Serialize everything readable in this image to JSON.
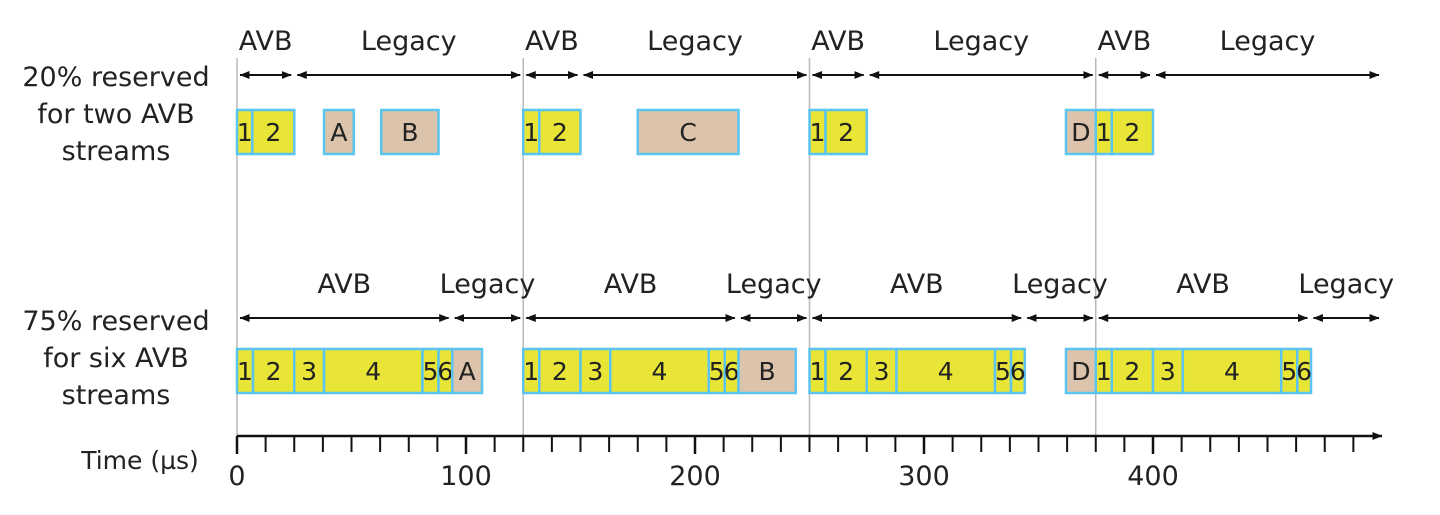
{
  "colors": {
    "avb_fill": "#e8e537",
    "legacy_fill": "#dcc3ac",
    "border": "#5bc4f0",
    "arrow": "#111111",
    "divider": "#b8b8b8",
    "text": "#222222"
  },
  "timeline": {
    "label": "Time (µs)",
    "ticks": [
      "0",
      "100",
      "200",
      "300",
      "400"
    ],
    "cycle_us": 125
  },
  "rows": [
    {
      "label_lines": [
        "20% reserved",
        "for two AVB",
        "streams"
      ],
      "avb_label": "AVB",
      "legacy_label": "Legacy",
      "avb_us": 25,
      "cycles": [
        {
          "frames": [
            {
              "label": "1",
              "start": 0,
              "end": 6.7,
              "kind": "avb"
            },
            {
              "label": "2",
              "start": 6.7,
              "end": 25,
              "kind": "avb"
            },
            {
              "label": "A",
              "start": 38,
              "end": 51,
              "kind": "legacy"
            },
            {
              "label": "B",
              "start": 63,
              "end": 88,
              "kind": "legacy"
            }
          ]
        },
        {
          "frames": [
            {
              "label": "1",
              "start": 125,
              "end": 132,
              "kind": "avb"
            },
            {
              "label": "2",
              "start": 132,
              "end": 150,
              "kind": "avb"
            },
            {
              "label": "C",
              "start": 175,
              "end": 219,
              "kind": "legacy"
            }
          ]
        },
        {
          "frames": [
            {
              "label": "1",
              "start": 250,
              "end": 257,
              "kind": "avb"
            },
            {
              "label": "2",
              "start": 257,
              "end": 275,
              "kind": "avb"
            },
            {
              "label": "D",
              "start": 362,
              "end": 375,
              "kind": "legacy"
            }
          ]
        },
        {
          "frames": [
            {
              "label": "1",
              "start": 375,
              "end": 382,
              "kind": "avb"
            },
            {
              "label": "2",
              "start": 382,
              "end": 400,
              "kind": "avb"
            }
          ]
        }
      ]
    },
    {
      "label_lines": [
        "75% reserved",
        "for six AVB",
        "streams"
      ],
      "avb_label": "AVB",
      "legacy_label": "Legacy",
      "avb_us": 93.75,
      "cycles": [
        {
          "frames": [
            {
              "label": "1",
              "start": 0,
              "end": 7,
              "kind": "avb"
            },
            {
              "label": "2",
              "start": 7,
              "end": 25,
              "kind": "avb"
            },
            {
              "label": "3",
              "start": 25,
              "end": 38,
              "kind": "avb"
            },
            {
              "label": "4",
              "start": 38,
              "end": 81,
              "kind": "avb"
            },
            {
              "label": "5",
              "start": 81,
              "end": 88,
              "kind": "avb"
            },
            {
              "label": "6",
              "start": 88,
              "end": 94,
              "kind": "avb"
            },
            {
              "label": "A",
              "start": 94,
              "end": 107,
              "kind": "legacy"
            }
          ]
        },
        {
          "frames": [
            {
              "label": "1",
              "start": 125,
              "end": 132,
              "kind": "avb"
            },
            {
              "label": "2",
              "start": 132,
              "end": 150,
              "kind": "avb"
            },
            {
              "label": "3",
              "start": 150,
              "end": 163,
              "kind": "avb"
            },
            {
              "label": "4",
              "start": 163,
              "end": 206,
              "kind": "avb"
            },
            {
              "label": "5",
              "start": 206,
              "end": 213,
              "kind": "avb"
            },
            {
              "label": "6",
              "start": 213,
              "end": 219,
              "kind": "avb"
            },
            {
              "label": "B",
              "start": 219,
              "end": 244,
              "kind": "legacy"
            }
          ]
        },
        {
          "frames": [
            {
              "label": "1",
              "start": 250,
              "end": 257,
              "kind": "avb"
            },
            {
              "label": "2",
              "start": 257,
              "end": 275,
              "kind": "avb"
            },
            {
              "label": "3",
              "start": 275,
              "end": 288,
              "kind": "avb"
            },
            {
              "label": "4",
              "start": 288,
              "end": 331,
              "kind": "avb"
            },
            {
              "label": "5",
              "start": 331,
              "end": 338,
              "kind": "avb"
            },
            {
              "label": "6",
              "start": 338,
              "end": 344,
              "kind": "avb"
            },
            {
              "label": "D",
              "start": 362,
              "end": 375,
              "kind": "legacy"
            }
          ]
        },
        {
          "frames": [
            {
              "label": "1",
              "start": 375,
              "end": 382,
              "kind": "avb"
            },
            {
              "label": "2",
              "start": 382,
              "end": 400,
              "kind": "avb"
            },
            {
              "label": "3",
              "start": 400,
              "end": 413,
              "kind": "avb"
            },
            {
              "label": "4",
              "start": 413,
              "end": 456,
              "kind": "avb"
            },
            {
              "label": "5",
              "start": 456,
              "end": 463,
              "kind": "avb"
            },
            {
              "label": "6",
              "start": 463,
              "end": 469,
              "kind": "avb"
            }
          ]
        }
      ]
    }
  ]
}
